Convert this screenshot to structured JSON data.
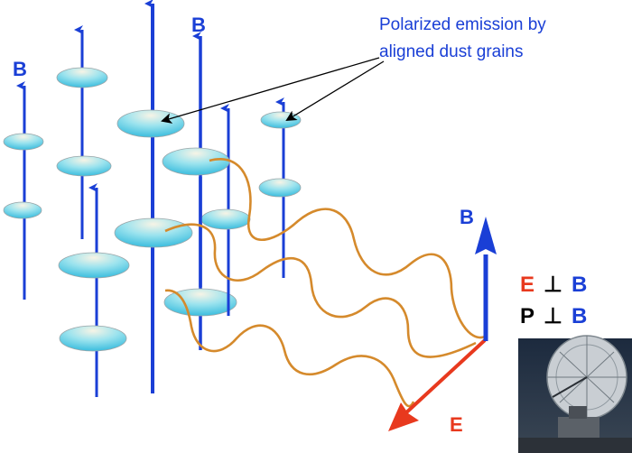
{
  "annotation": {
    "line1": "Polarized emission by",
    "line2": "aligned dust grains"
  },
  "field_label": "B",
  "relation_e": {
    "lhs": "E",
    "op": "⊥",
    "rhs": "B"
  },
  "relation_p": {
    "lhs": "P",
    "op": "⊥",
    "rhs": "B"
  },
  "e_label": "E",
  "colors": {
    "field_lines": "#1a3fd6",
    "b_label": "#1a3fd6",
    "e_vector": "#e8391e",
    "wave": "#d58a2c",
    "grain_light": "#f6f3e4",
    "grain_dark": "#3cc3e3"
  },
  "icons": {
    "telescope": "radio-dish-photo-icon"
  }
}
